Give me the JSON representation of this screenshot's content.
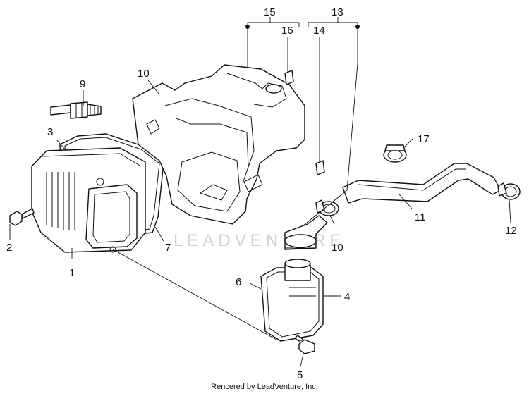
{
  "callouts": [
    "1",
    "2",
    "3",
    "4",
    "5",
    "6",
    "7",
    "9",
    "10",
    "10",
    "11",
    "12",
    "13",
    "14",
    "15",
    "16",
    "17"
  ],
  "watermark": "LEADVENTURE",
  "credit": "Rencered by LeadVenture, Inc."
}
